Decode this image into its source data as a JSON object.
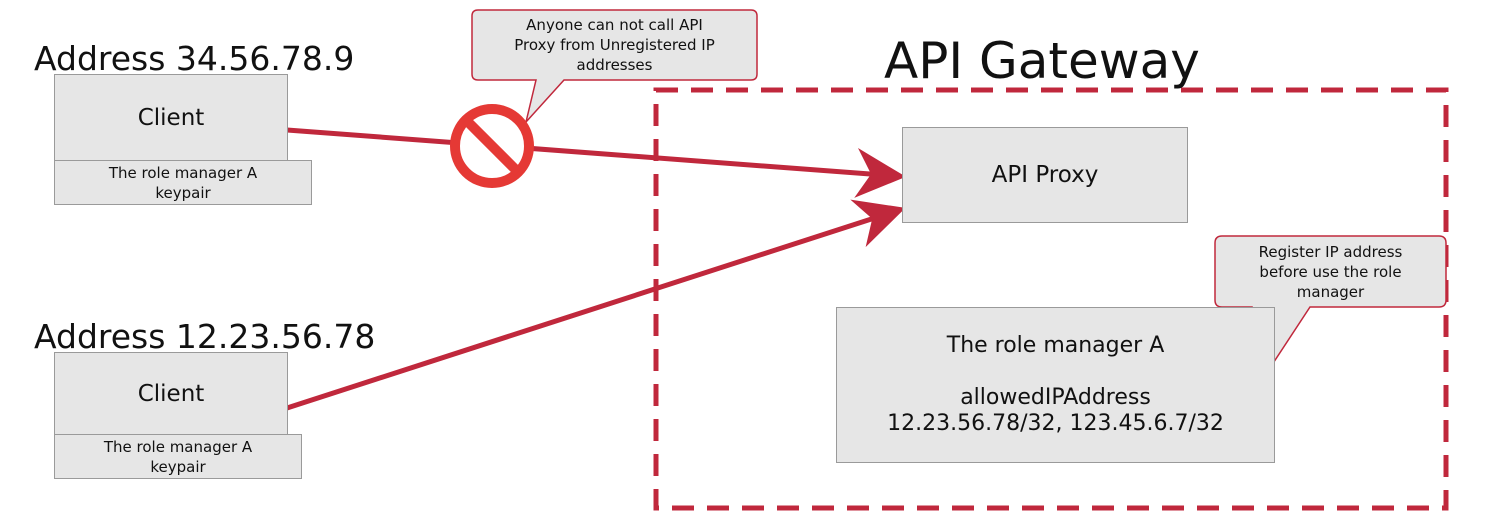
{
  "title": "API Gateway",
  "clients": [
    {
      "address_label": "Address 34.56.78.9",
      "client_label": "Client",
      "keypair_line1": "The role manager A",
      "keypair_line2": "keypair"
    },
    {
      "address_label": "Address 12.23.56.78",
      "client_label": "Client",
      "keypair_line1": "The role manager A",
      "keypair_line2": "keypair"
    }
  ],
  "api_proxy_label": "API Proxy",
  "role_manager": {
    "name": "The role manager A",
    "allowed_label": "allowedIPAddress",
    "allowed_values": "12.23.56.78/32, 123.45.6.7/32"
  },
  "callouts": {
    "blocked_line1": "Anyone can not call API",
    "blocked_line2": "Proxy from Unregistered IP",
    "blocked_line3": "addresses",
    "register_line1": "Register IP address",
    "register_line2": "before use the role",
    "register_line3": "manager"
  },
  "colors": {
    "accent": "#c0283c",
    "box_fill": "#e6e6e6",
    "box_border": "#9a9a9a",
    "prohibit_red": "#e53935"
  },
  "icons": [
    "prohibited-icon"
  ]
}
